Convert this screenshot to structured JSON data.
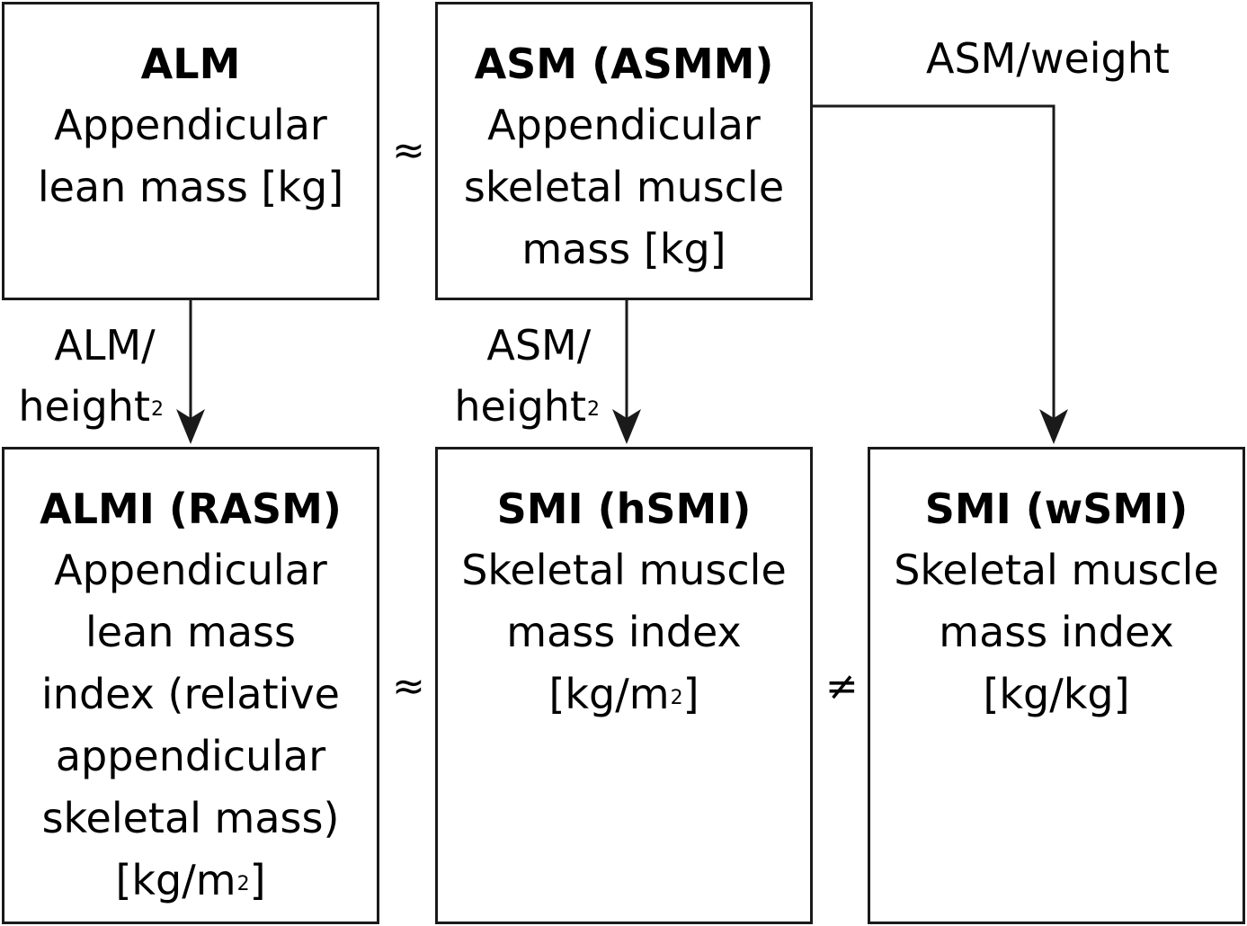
{
  "boxes": {
    "alm": {
      "title": "ALM",
      "lines": [
        "Appendicular",
        "lean mass [kg]"
      ]
    },
    "asm": {
      "title": "ASM (ASMM)",
      "lines": [
        "Appendicular",
        "skeletal muscle",
        "mass [kg]"
      ]
    },
    "almi": {
      "title": "ALMI (RASM)",
      "lines": [
        "Appendicular",
        "lean mass",
        "index (relative",
        "appendicular",
        "skeletal mass)"
      ],
      "unit_base": "[kg/m",
      "unit_sup": "2",
      "unit_tail": "]"
    },
    "hsmi": {
      "title": "SMI (hSMI)",
      "lines": [
        "Skeletal muscle",
        "mass index"
      ],
      "unit_base": "[kg/m",
      "unit_sup": "2",
      "unit_tail": "]"
    },
    "wsmi": {
      "title": "SMI (wSMI)",
      "lines": [
        "Skeletal muscle",
        "mass index",
        "[kg/kg]"
      ]
    }
  },
  "edges": {
    "alm_to_almi": {
      "line1": "ALM/",
      "line2_base": "height",
      "line2_sup": "2"
    },
    "asm_to_hsmi": {
      "line1": "ASM/",
      "line2_base": "height",
      "line2_sup": "2"
    },
    "asm_to_wsmi": {
      "label": "ASM/weight"
    }
  },
  "relations": {
    "alm_asm": "≈",
    "almi_hsmi": "≈",
    "hsmi_wsmi": "≠"
  }
}
